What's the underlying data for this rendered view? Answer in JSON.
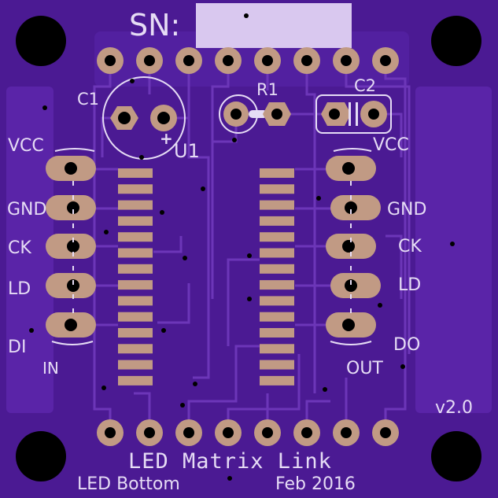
{
  "board": {
    "serial_label": "SN:",
    "title": "LED Matrix Link",
    "subtitle": "LED Bottom",
    "date": "Feb 2016",
    "version": "v2.0"
  },
  "components": {
    "c1": "C1",
    "c2": "C2",
    "r1": "R1",
    "u1": "U1",
    "polarity": "+"
  },
  "left_header": {
    "pins": [
      "VCC",
      "GND",
      "CK",
      "LD",
      "DI"
    ],
    "direction": "IN"
  },
  "right_header": {
    "pins": [
      "VCC",
      "GND",
      "CK",
      "LD",
      "DO"
    ],
    "direction": "OUT"
  },
  "colors": {
    "board": "#4b1a93",
    "board_edge": "#3a1470",
    "copper_pour": "#5a24a8",
    "trace": "#6c36b8",
    "pad": "#c19a84",
    "silkscreen": "#e6dcf5",
    "serial_box": "#d9c8ef",
    "hole": "#000000"
  }
}
